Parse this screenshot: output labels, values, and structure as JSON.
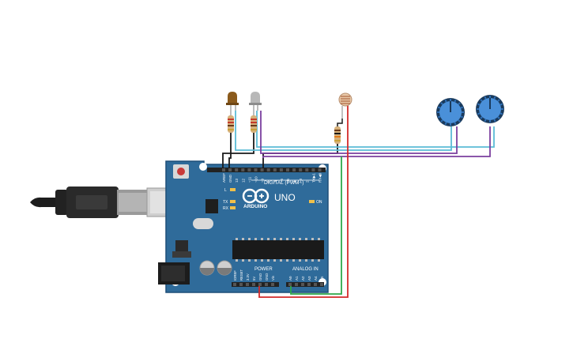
{
  "board": {
    "brand": "ARDUINO",
    "model": "UNO",
    "digital_header_label": "DIGITAL (PWM~)",
    "power_label": "POWER",
    "analog_label": "ANALOG IN",
    "led_l": "L",
    "led_tx": "TX",
    "led_rx": "RX",
    "led_on": "ON",
    "digital_pins": [
      "AREF",
      "GND",
      "13",
      "12",
      "~11",
      "~10",
      "~9",
      "8",
      "7",
      "~6",
      "~5",
      "4",
      "~3",
      "2",
      "TX▶1",
      "RX◀0"
    ],
    "power_pins": [
      "IOREF",
      "RESET",
      "3.3V",
      "5V",
      "GND",
      "GND",
      "Vin"
    ],
    "analog_pins": [
      "A0",
      "A1",
      "A2",
      "A3",
      "A4",
      "A5"
    ]
  },
  "components": {
    "led1": "orange-led",
    "led2": "white-led",
    "sensor": "photoresistor",
    "pot1": "potentiometer",
    "pot2": "potentiometer",
    "usb": "usb-b-cable"
  },
  "colors": {
    "board": "#2f6b9a",
    "board_edge": "#1f4f78",
    "wire_black": "#1a1a1a",
    "wire_cyan": "#5bbcd6",
    "wire_purple": "#7b3f9e",
    "wire_red": "#d42a2a",
    "wire_green": "#2fa84a",
    "pot_blue": "#4a90d9",
    "led_orange": "#8b5a1c",
    "led_white": "#b8b8b8"
  }
}
